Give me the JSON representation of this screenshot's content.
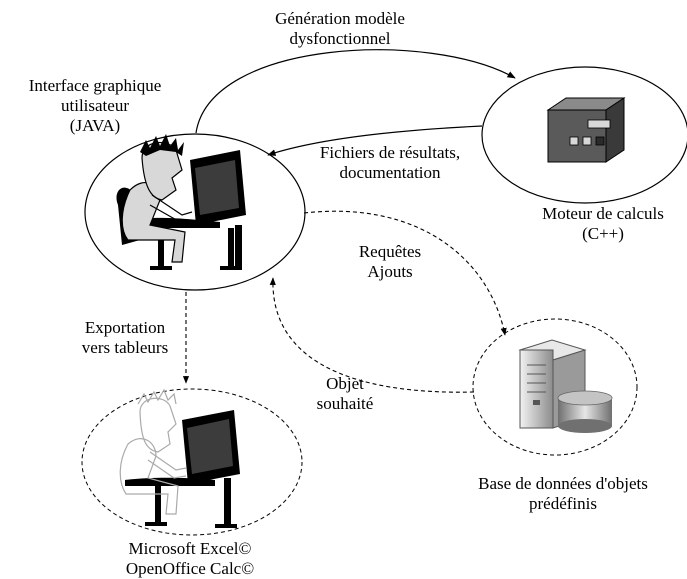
{
  "nodes": {
    "gui": {
      "lines": [
        "Interface graphique",
        "utilisateur",
        "(JAVA)"
      ]
    },
    "engine": {
      "lines": [
        "Moteur de calculs",
        "(C++)"
      ]
    },
    "database": {
      "lines": [
        "Base de données d'objets",
        "prédéfinis"
      ]
    },
    "spreadsheet": {
      "lines": [
        "Microsoft Excel©",
        "OpenOffice Calc©"
      ]
    }
  },
  "edges": {
    "generation": {
      "lines": [
        "Génération modèle",
        "dysfonctionnel"
      ]
    },
    "results": {
      "lines": [
        "Fichiers de résultats,",
        "documentation"
      ]
    },
    "requests": {
      "lines": [
        "Requêtes",
        "Ajouts"
      ]
    },
    "wanted_object": {
      "lines": [
        "Objet",
        "souhaité"
      ]
    },
    "export": {
      "lines": [
        "Exportation",
        "vers tableurs"
      ]
    }
  },
  "colors": {
    "line": "#000000",
    "machine_body": "#5a5a5a",
    "machine_panel": "#d8d8d8",
    "screen": "#3c3c3c",
    "server": "#c8c8c8",
    "disk": "#9a9a9a"
  }
}
